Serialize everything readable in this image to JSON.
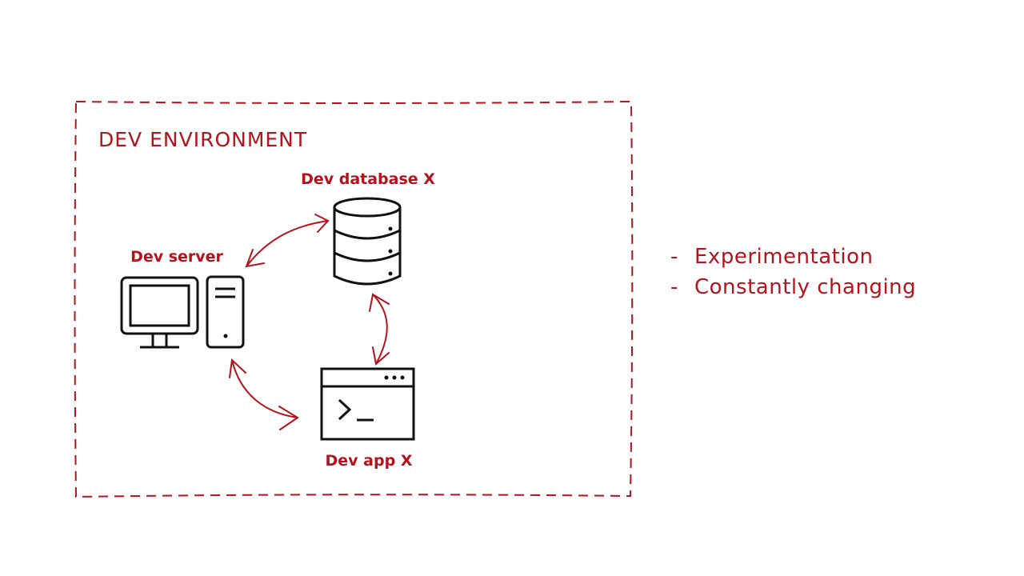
{
  "colors": {
    "accent": "#b5121b",
    "icon_stroke": "#111111"
  },
  "environment": {
    "title": "DEV ENVIRONMENT"
  },
  "nodes": {
    "database": {
      "label": "Dev database X",
      "icon": "database-icon"
    },
    "server": {
      "label": "Dev server",
      "icon": "desktop-computer-icon"
    },
    "app": {
      "label": "Dev app X",
      "icon": "terminal-window-icon"
    }
  },
  "notes": {
    "bullet": "-",
    "items": [
      "Experimentation",
      "Constantly changing"
    ]
  }
}
